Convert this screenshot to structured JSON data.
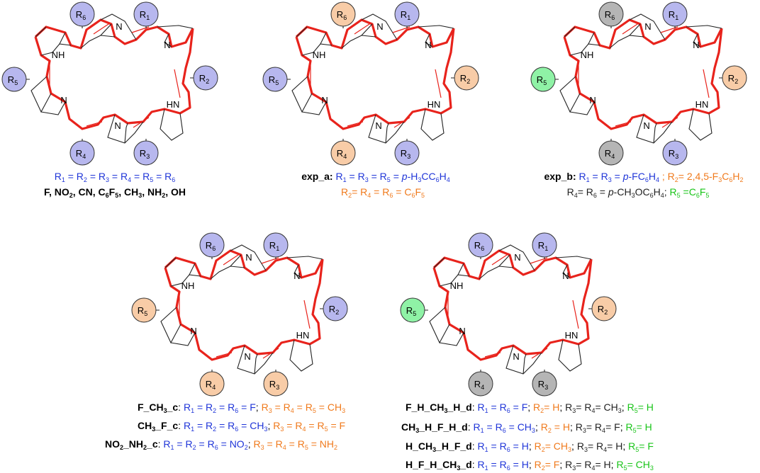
{
  "colors": {
    "ring": "#e8231c",
    "blue": "#b7b7ee",
    "orange": "#f8cca7",
    "green": "#8ff2a6",
    "gray": "#b5b5b5",
    "text_blue": "#1f35d8",
    "text_orange": "#f07a1c",
    "text_green": "#18c418"
  },
  "labels": {
    "R1": "R",
    "R2": "R",
    "R3": "R",
    "R4": "R",
    "R5": "R",
    "R6": "R",
    "NH": "NH",
    "HN": "HN",
    "N": "N"
  },
  "subs": {
    "s1": "1",
    "s2": "2",
    "s3": "3",
    "s4": "4",
    "s5": "5",
    "s6": "6"
  },
  "porphyrins": [
    {
      "id": "general",
      "fills": {
        "R1": "blue",
        "R2": "blue",
        "R3": "blue",
        "R4": "blue",
        "R5": "blue",
        "R6": "blue"
      }
    },
    {
      "id": "exp_a",
      "fills": {
        "R1": "blue",
        "R2": "orange",
        "R3": "blue",
        "R4": "orange",
        "R5": "blue",
        "R6": "orange"
      }
    },
    {
      "id": "exp_b",
      "fills": {
        "R1": "blue",
        "R2": "orange",
        "R3": "blue",
        "R4": "gray",
        "R5": "green",
        "R6": "gray"
      }
    },
    {
      "id": "c_series",
      "fills": {
        "R1": "blue",
        "R2": "blue",
        "R3": "orange",
        "R4": "orange",
        "R5": "orange",
        "R6": "blue"
      }
    },
    {
      "id": "d_series",
      "fills": {
        "R1": "blue",
        "R2": "orange",
        "R3": "gray",
        "R4": "gray",
        "R5": "green",
        "R6": "blue"
      }
    }
  ],
  "captions": {
    "general": {
      "line1": "R1 = R2 = R3 = R4 = R5 = R6",
      "line2": "F, NO2, CN, C6F5, CH3, NH2, OH"
    },
    "exp_a": {
      "name": "exp_a",
      "line1": "R1 = R3 = R5 = p-H3CC6H4",
      "line2": "R2= R4 = R6 = C6F5"
    },
    "exp_b": {
      "name": "exp_b",
      "line1a": "R1 = R3 = p-FC6H4",
      "line1b": "R2= 2,4,5-F3C6H2",
      "line2a": "R4= R6 = p-CH3OC6H4",
      "line2b": "R5 =C6F5"
    },
    "c": [
      {
        "name": "F_CH3_c",
        "blue": "R1 = R2 = R6 = F",
        "orange": "R3 = R4 = R5 = CH3"
      },
      {
        "name": "CH3_F_c",
        "blue": "R1 = R2 = R6 = CH3",
        "orange": "R3 = R4 = R5 = F"
      },
      {
        "name": "NO2_NH2_c",
        "blue": "R1 = R2 = R6 = NO2",
        "orange": "R3 = R4 = R5 = NH2"
      }
    ],
    "d": [
      {
        "name": "F_H_CH3_H_d",
        "blue": "R1 = R6 = F",
        "orange": "R2= H",
        "black": "R3= R4= CH3",
        "green": "R5= H"
      },
      {
        "name": "CH3_H_F_H_d",
        "blue": "R1 = R6 = CH3",
        "orange": "R2 = H",
        "black": "R3= R4= F",
        "green": "R5= H"
      },
      {
        "name": "H_CH3_H_F_d",
        "blue": "R1 = R6 = H",
        "orange": "R2= CH3",
        "black": "R3= R4= H",
        "green": "R5= F"
      },
      {
        "name": "H_F_H_CH3_d",
        "blue": "R1 = R6 = H",
        "orange": "R2= F",
        "black": "R3= R4= H",
        "green": "R5= CH3"
      }
    ]
  }
}
